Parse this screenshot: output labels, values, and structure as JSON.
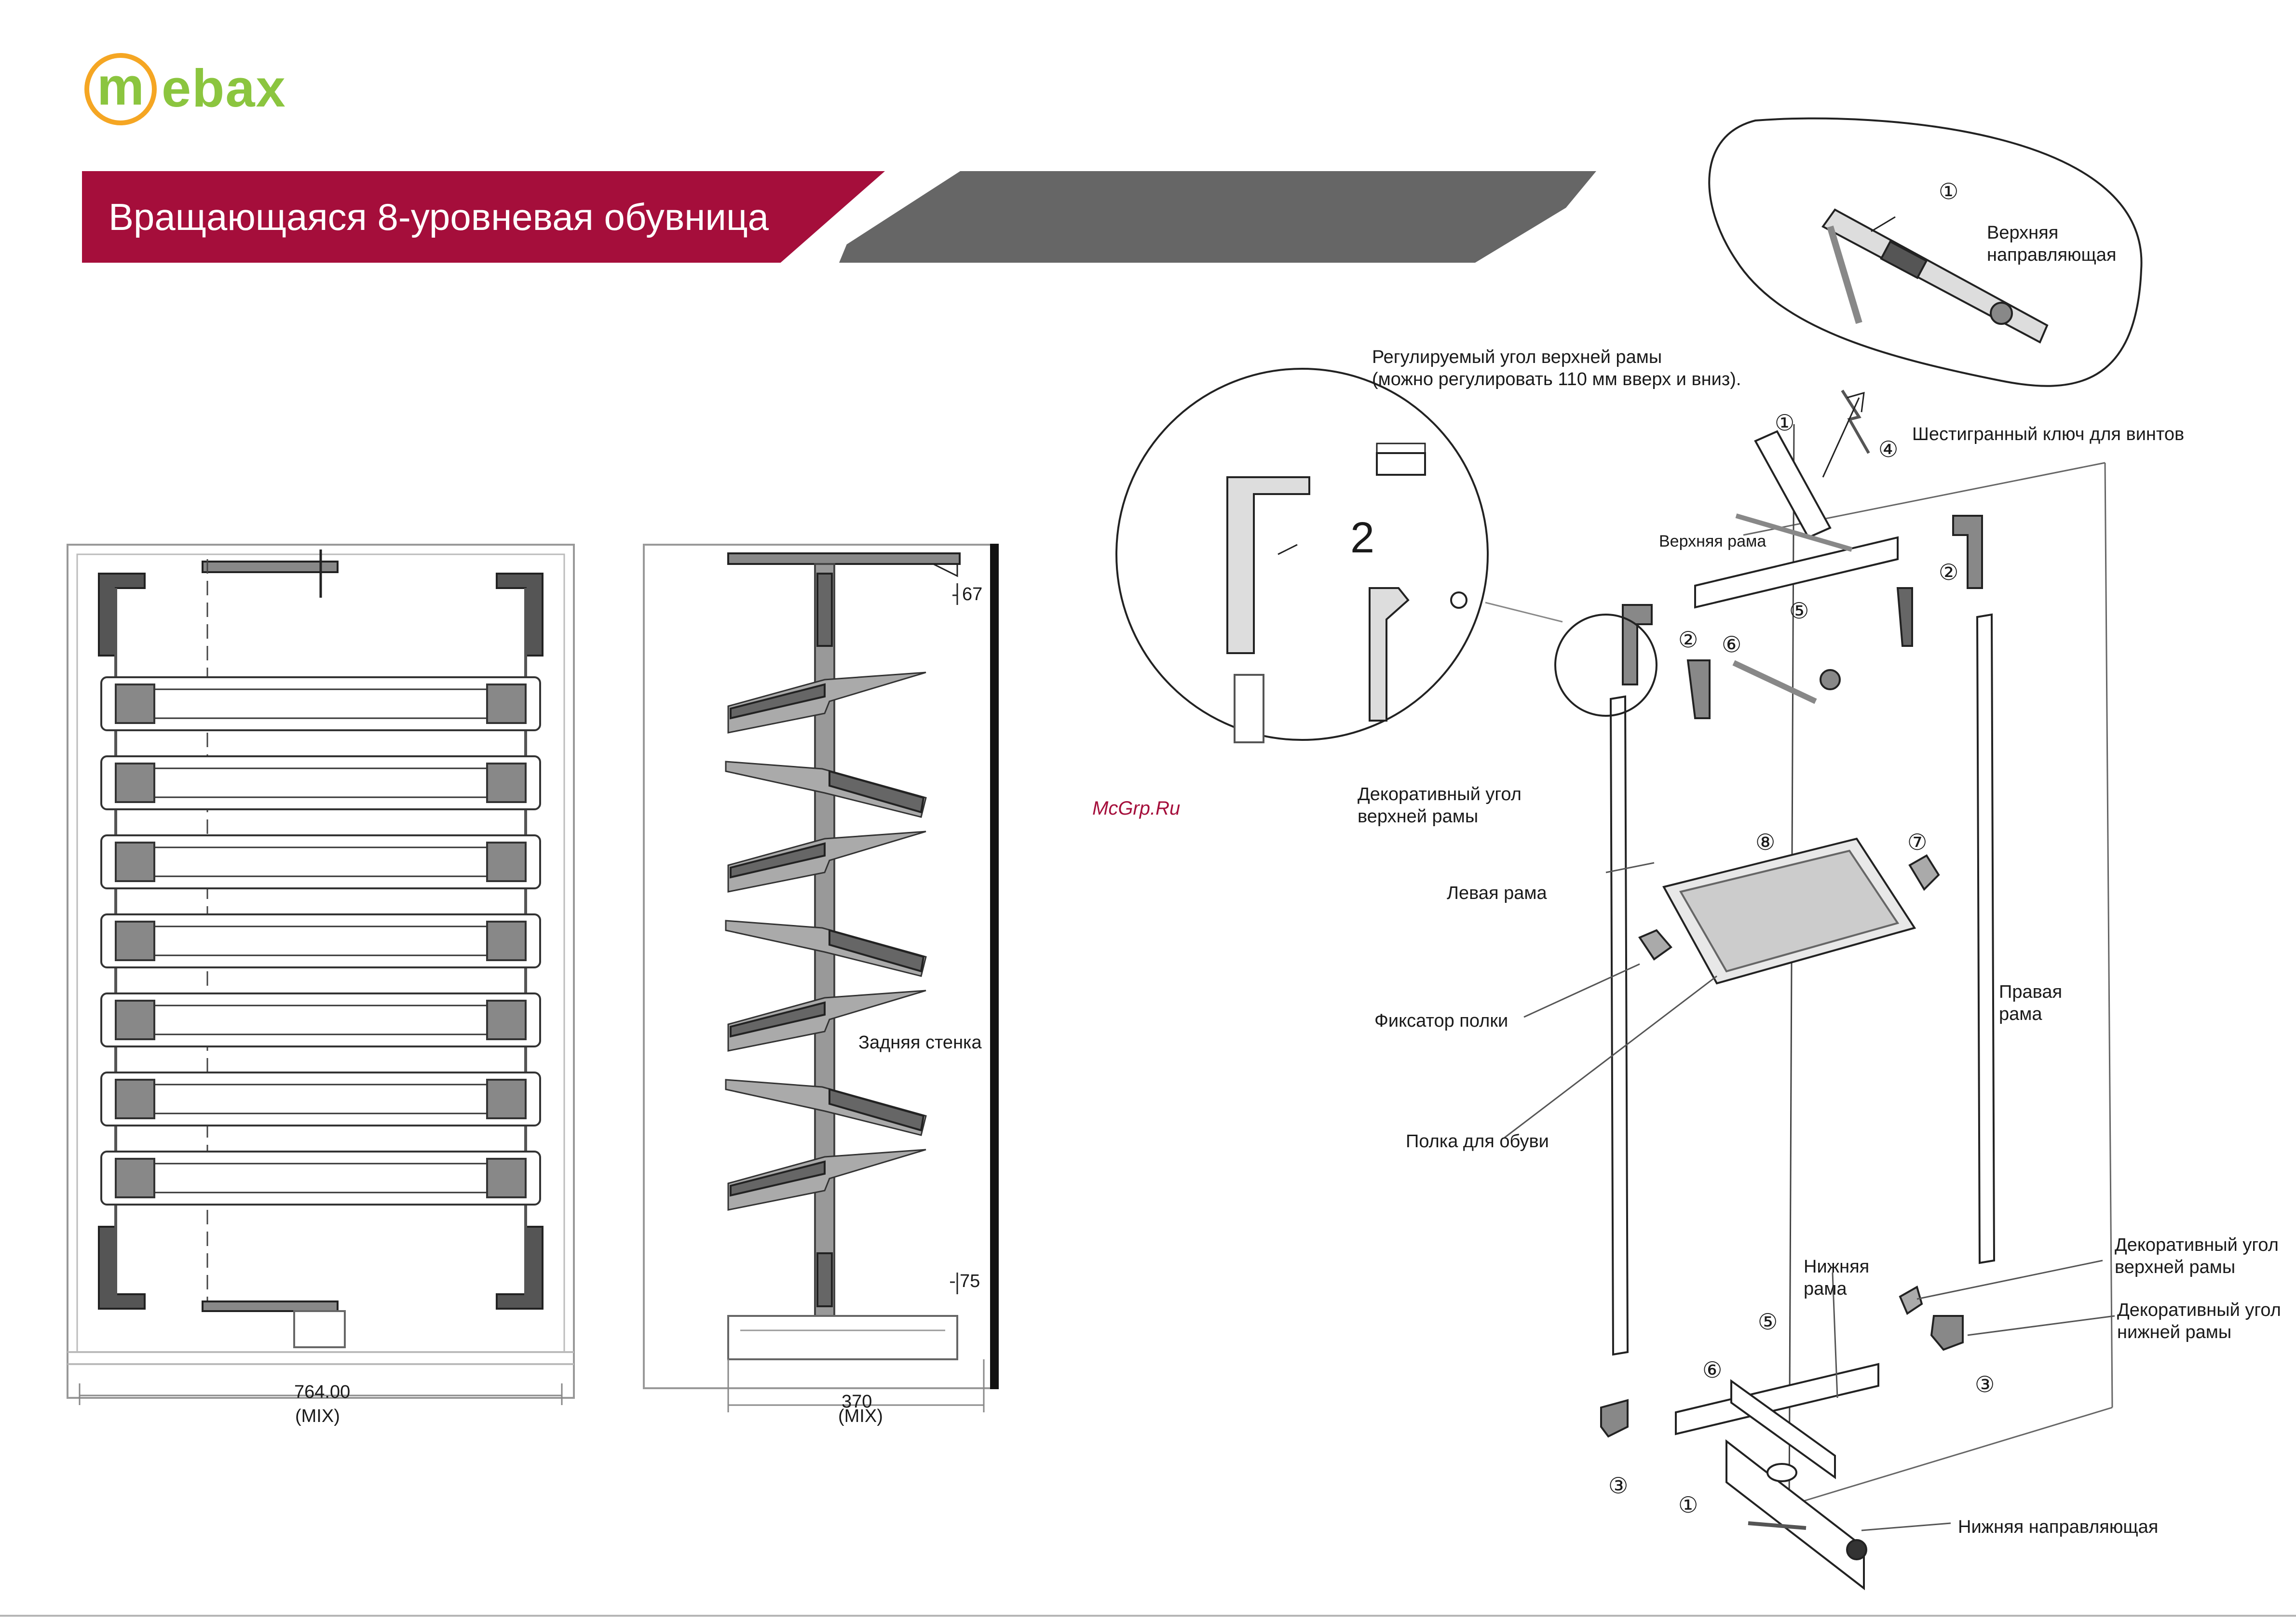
{
  "brand": {
    "logo_letter": "m",
    "logo_rest": "ebax",
    "green": "#8bc53f",
    "orange": "#f5a623"
  },
  "header": {
    "title": "Вращающаяся 8-уровневая обувница",
    "red": "#a50e3b",
    "gray": "#666666"
  },
  "watermark": "McGrp.Ru",
  "front_view": {
    "width_dim": "764.00",
    "width_note": "(MIX)"
  },
  "side_view": {
    "top_dim": "67",
    "bottom_dim": "75",
    "back_wall": "Задняя стенка",
    "depth_dim": "370",
    "depth_note": "(MIX)"
  },
  "callouts": {
    "top_guide": "Верхняя\nнаправляющая",
    "adjustable_corner": "Регулируемый угол верхней рамы\n(можно регулировать 110 мм вверх и вниз).",
    "hex_key": "Шестигранный ключ для винтов",
    "top_frame": "Верхняя рама",
    "decor_corner_top_left": "Декоративный угол\nверхней рамы",
    "left_frame": "Левая рама",
    "shelf_lock": "Фиксатор полки",
    "shoe_shelf": "Полка для обуви",
    "right_frame": "Правая\nрама",
    "decor_corner_top_right": "Декоративный угол\nверхней рамы",
    "decor_corner_bottom": "Декоративный угол\nнижней рамы",
    "bottom_frame": "Нижняя\nрама",
    "bottom_guide": "Нижняя направляющая"
  },
  "numbers": {
    "n1": "①",
    "n2": "②",
    "n3": "③",
    "n4": "④",
    "n5": "⑤",
    "n6": "⑥",
    "n7": "⑦",
    "n8": "⑧",
    "n2_big": "2"
  }
}
